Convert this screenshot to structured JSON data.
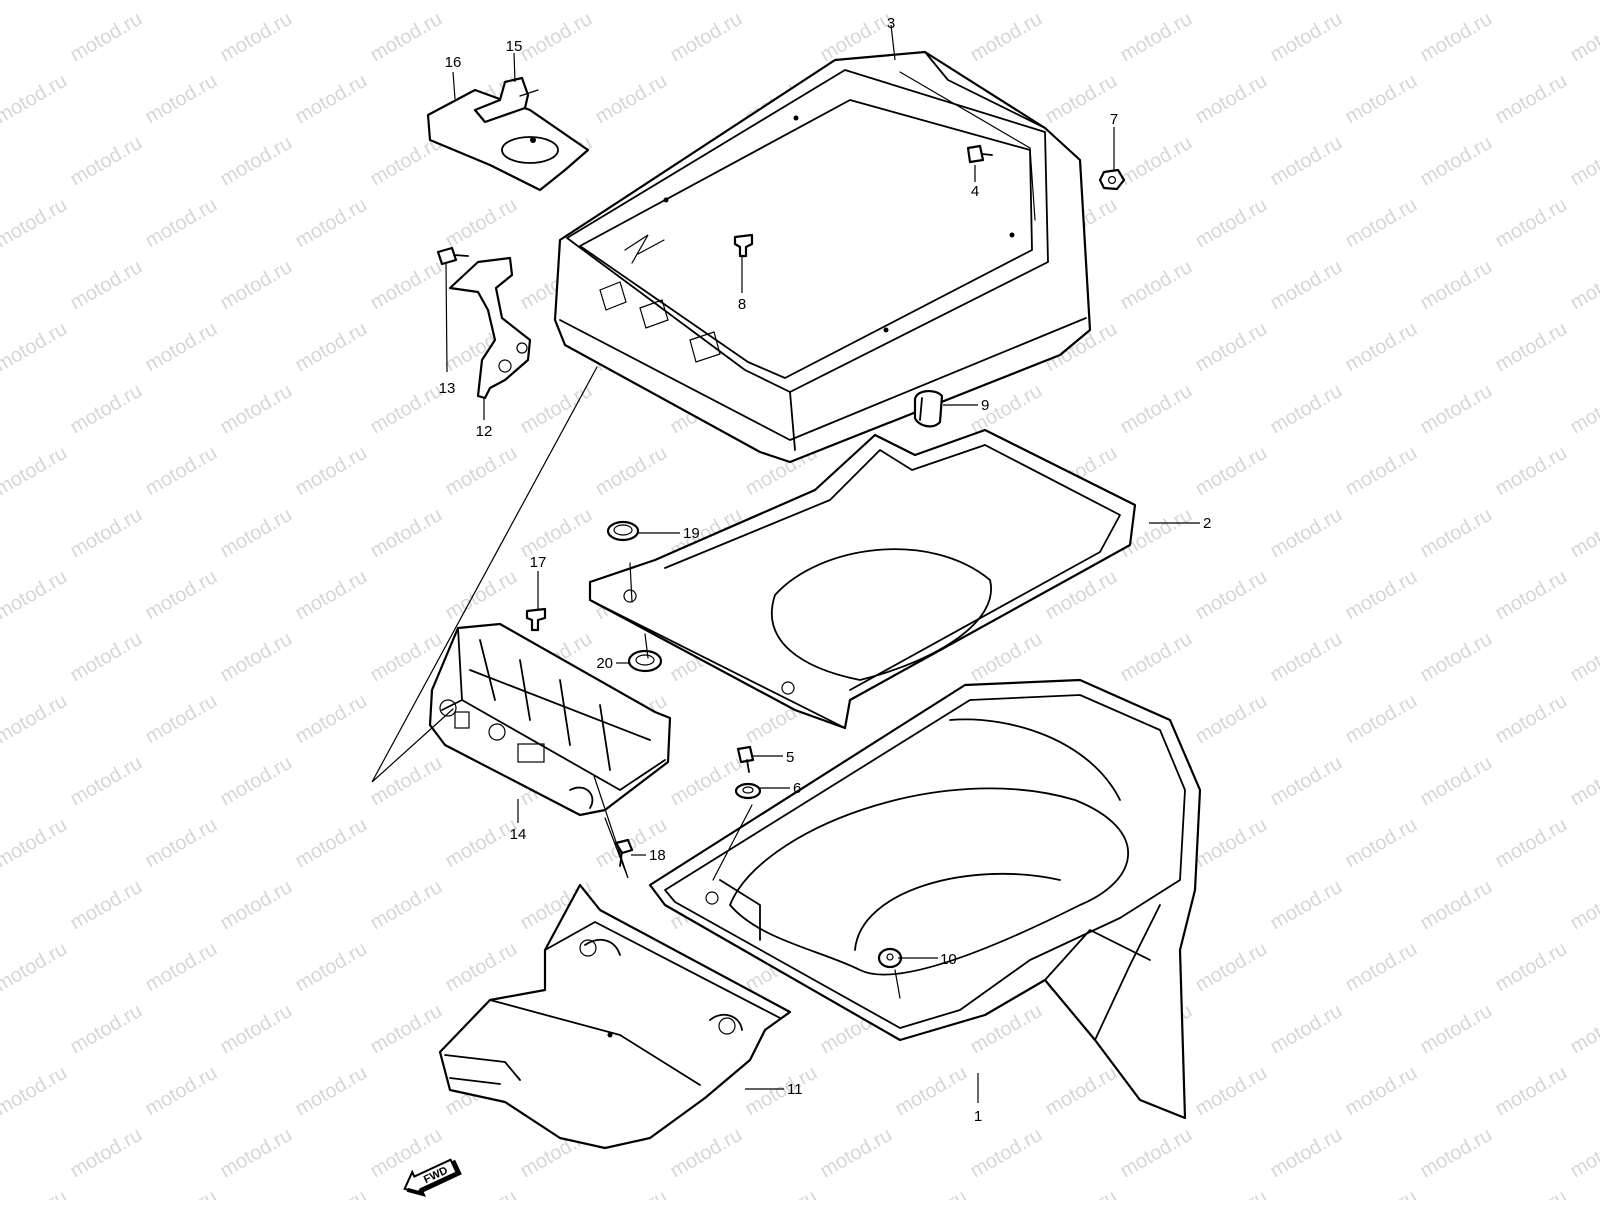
{
  "watermark": "motod.ru",
  "callouts": [
    "1",
    "2",
    "3",
    "4",
    "5",
    "6",
    "7",
    "8",
    "9",
    "10",
    "11",
    "12",
    "13",
    "14",
    "15",
    "16",
    "17",
    "18",
    "19",
    "20"
  ],
  "fwd_label": "FWD"
}
